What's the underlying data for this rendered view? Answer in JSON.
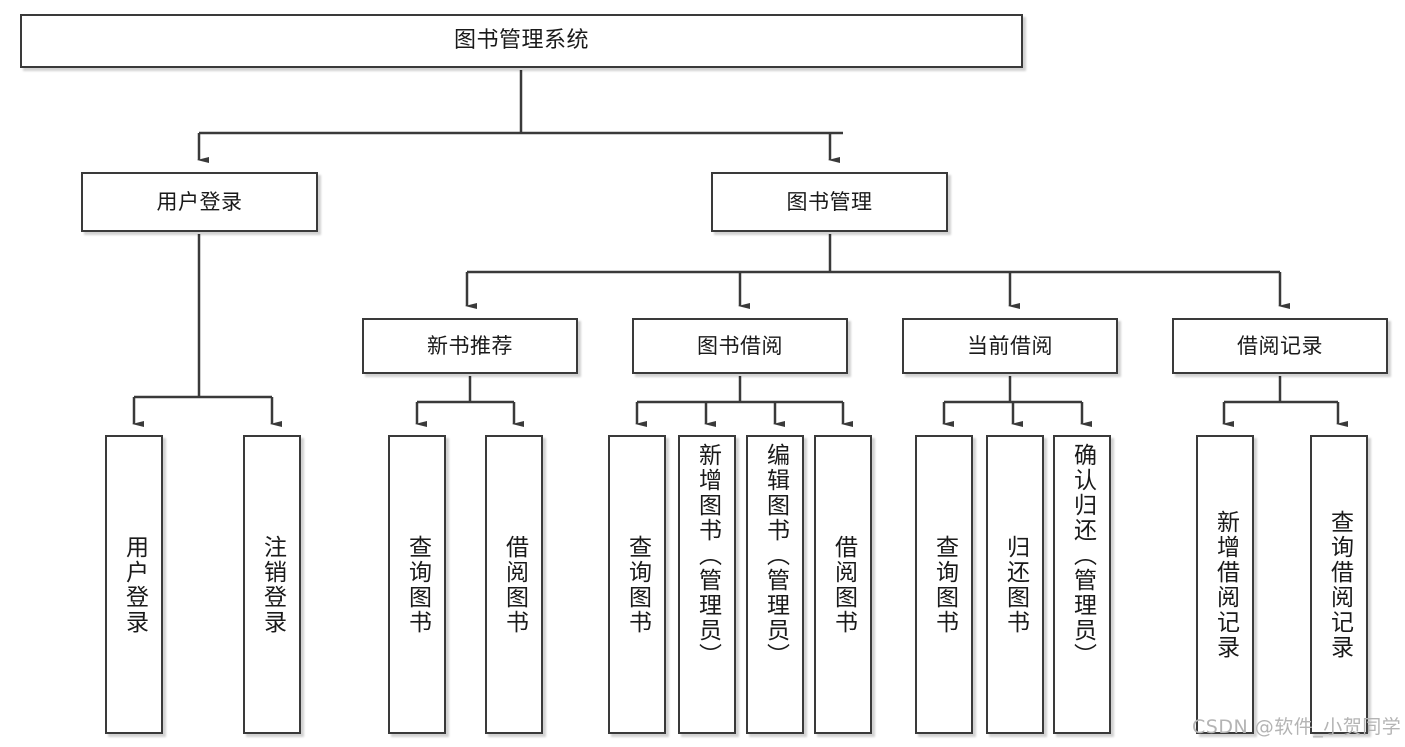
{
  "diagram": {
    "type": "hierarchy-tree",
    "title": "图书管理系统",
    "root": {
      "id": "root",
      "label": "图书管理系统"
    },
    "level2": [
      {
        "id": "user-login",
        "label": "用户登录"
      },
      {
        "id": "book-manage",
        "label": "图书管理"
      }
    ],
    "level3": [
      {
        "id": "new-book-rec",
        "label": "新书推荐"
      },
      {
        "id": "book-borrow",
        "label": "图书借阅"
      },
      {
        "id": "current-borrow",
        "label": "当前借阅"
      },
      {
        "id": "borrow-record",
        "label": "借阅记录"
      }
    ],
    "leaves": {
      "user_login": [
        {
          "id": "leaf-user-login",
          "label": "用户登录"
        },
        {
          "id": "leaf-logout",
          "label": "注销登录"
        }
      ],
      "new_book_rec": [
        {
          "id": "leaf-query-book-1",
          "label": "查询图书"
        },
        {
          "id": "leaf-borrow-book-1",
          "label": "借阅图书"
        }
      ],
      "book_borrow": [
        {
          "id": "leaf-query-book-2",
          "label": "查询图书"
        },
        {
          "id": "leaf-add-book",
          "label": "新增图书（管理员）"
        },
        {
          "id": "leaf-edit-book",
          "label": "编辑图书（管理员）"
        },
        {
          "id": "leaf-borrow-book-2",
          "label": "借阅图书"
        }
      ],
      "current_borrow": [
        {
          "id": "leaf-query-book-3",
          "label": "查询图书"
        },
        {
          "id": "leaf-return-book",
          "label": "归还图书"
        },
        {
          "id": "leaf-confirm-return",
          "label": "确认归还（管理员）"
        }
      ],
      "borrow_record": [
        {
          "id": "leaf-add-record",
          "label": "新增借阅记录"
        },
        {
          "id": "leaf-query-record",
          "label": "查询借阅记录"
        }
      ]
    }
  },
  "watermark": {
    "text": "CSDN @软件_小贺同学"
  },
  "colors": {
    "stroke": "#3a3a3a",
    "background": "#ffffff",
    "text": "#1a1a1a",
    "watermark": "#b4b4b4"
  }
}
